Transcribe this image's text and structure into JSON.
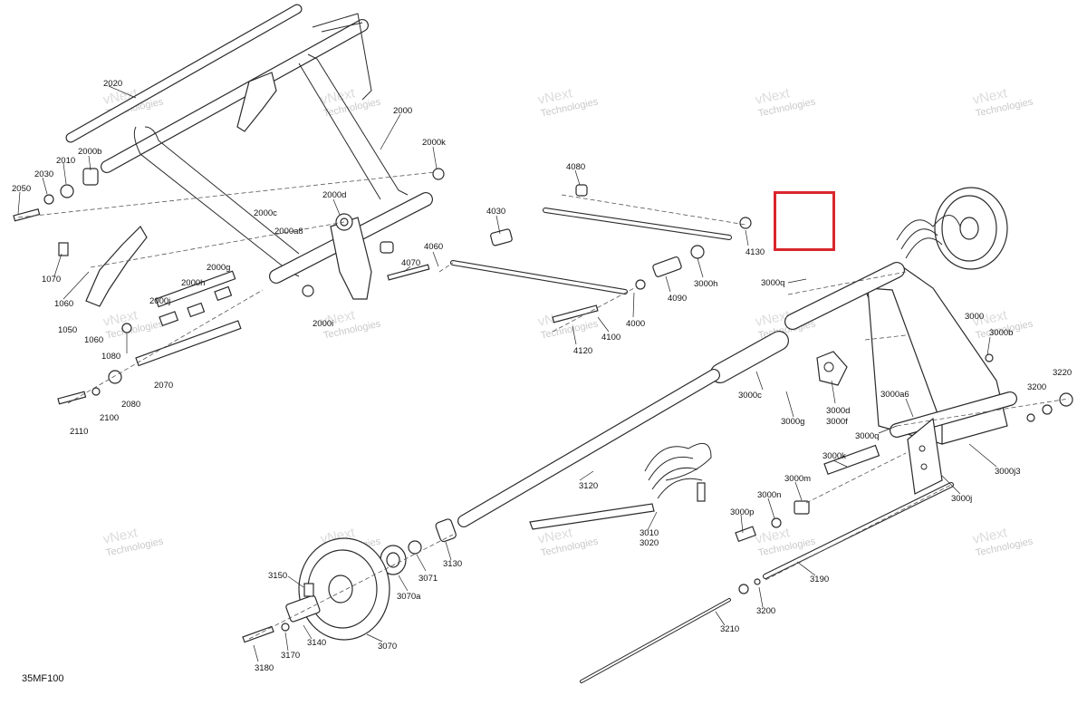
{
  "diagram_code": "35MF100",
  "watermark": [
    "vNext",
    "Technologies"
  ],
  "labels": [
    "2020",
    "2000",
    "2000b",
    "2010",
    "2030",
    "2050",
    "2000k",
    "2000c",
    "2000a8",
    "2000d",
    "1070",
    "1060",
    "1050",
    "1060",
    "1080",
    "2000g",
    "2000h",
    "2000j",
    "2000i",
    "2070",
    "2080",
    "2100",
    "2110",
    "4080",
    "4030",
    "4060",
    "4070",
    "4130",
    "3000h",
    "4090",
    "4000",
    "4100",
    "4120",
    "3000q",
    "3000",
    "3000b",
    "3000c",
    "3000g",
    "3000d",
    "3000f",
    "3000a6",
    "3000q",
    "3000j3",
    "3220",
    "3200",
    "3000j",
    "3000k",
    "3000m",
    "3000n",
    "3000p",
    "3120",
    "3010",
    "3020",
    "3130",
    "3071",
    "3070a",
    "3150",
    "3070",
    "3140",
    "3170",
    "3180",
    "3190",
    "3200",
    "3210"
  ],
  "colors": {
    "highlight": "#d9262c",
    "line": "#2a2a2a",
    "watermark": "#c9c9c9"
  }
}
